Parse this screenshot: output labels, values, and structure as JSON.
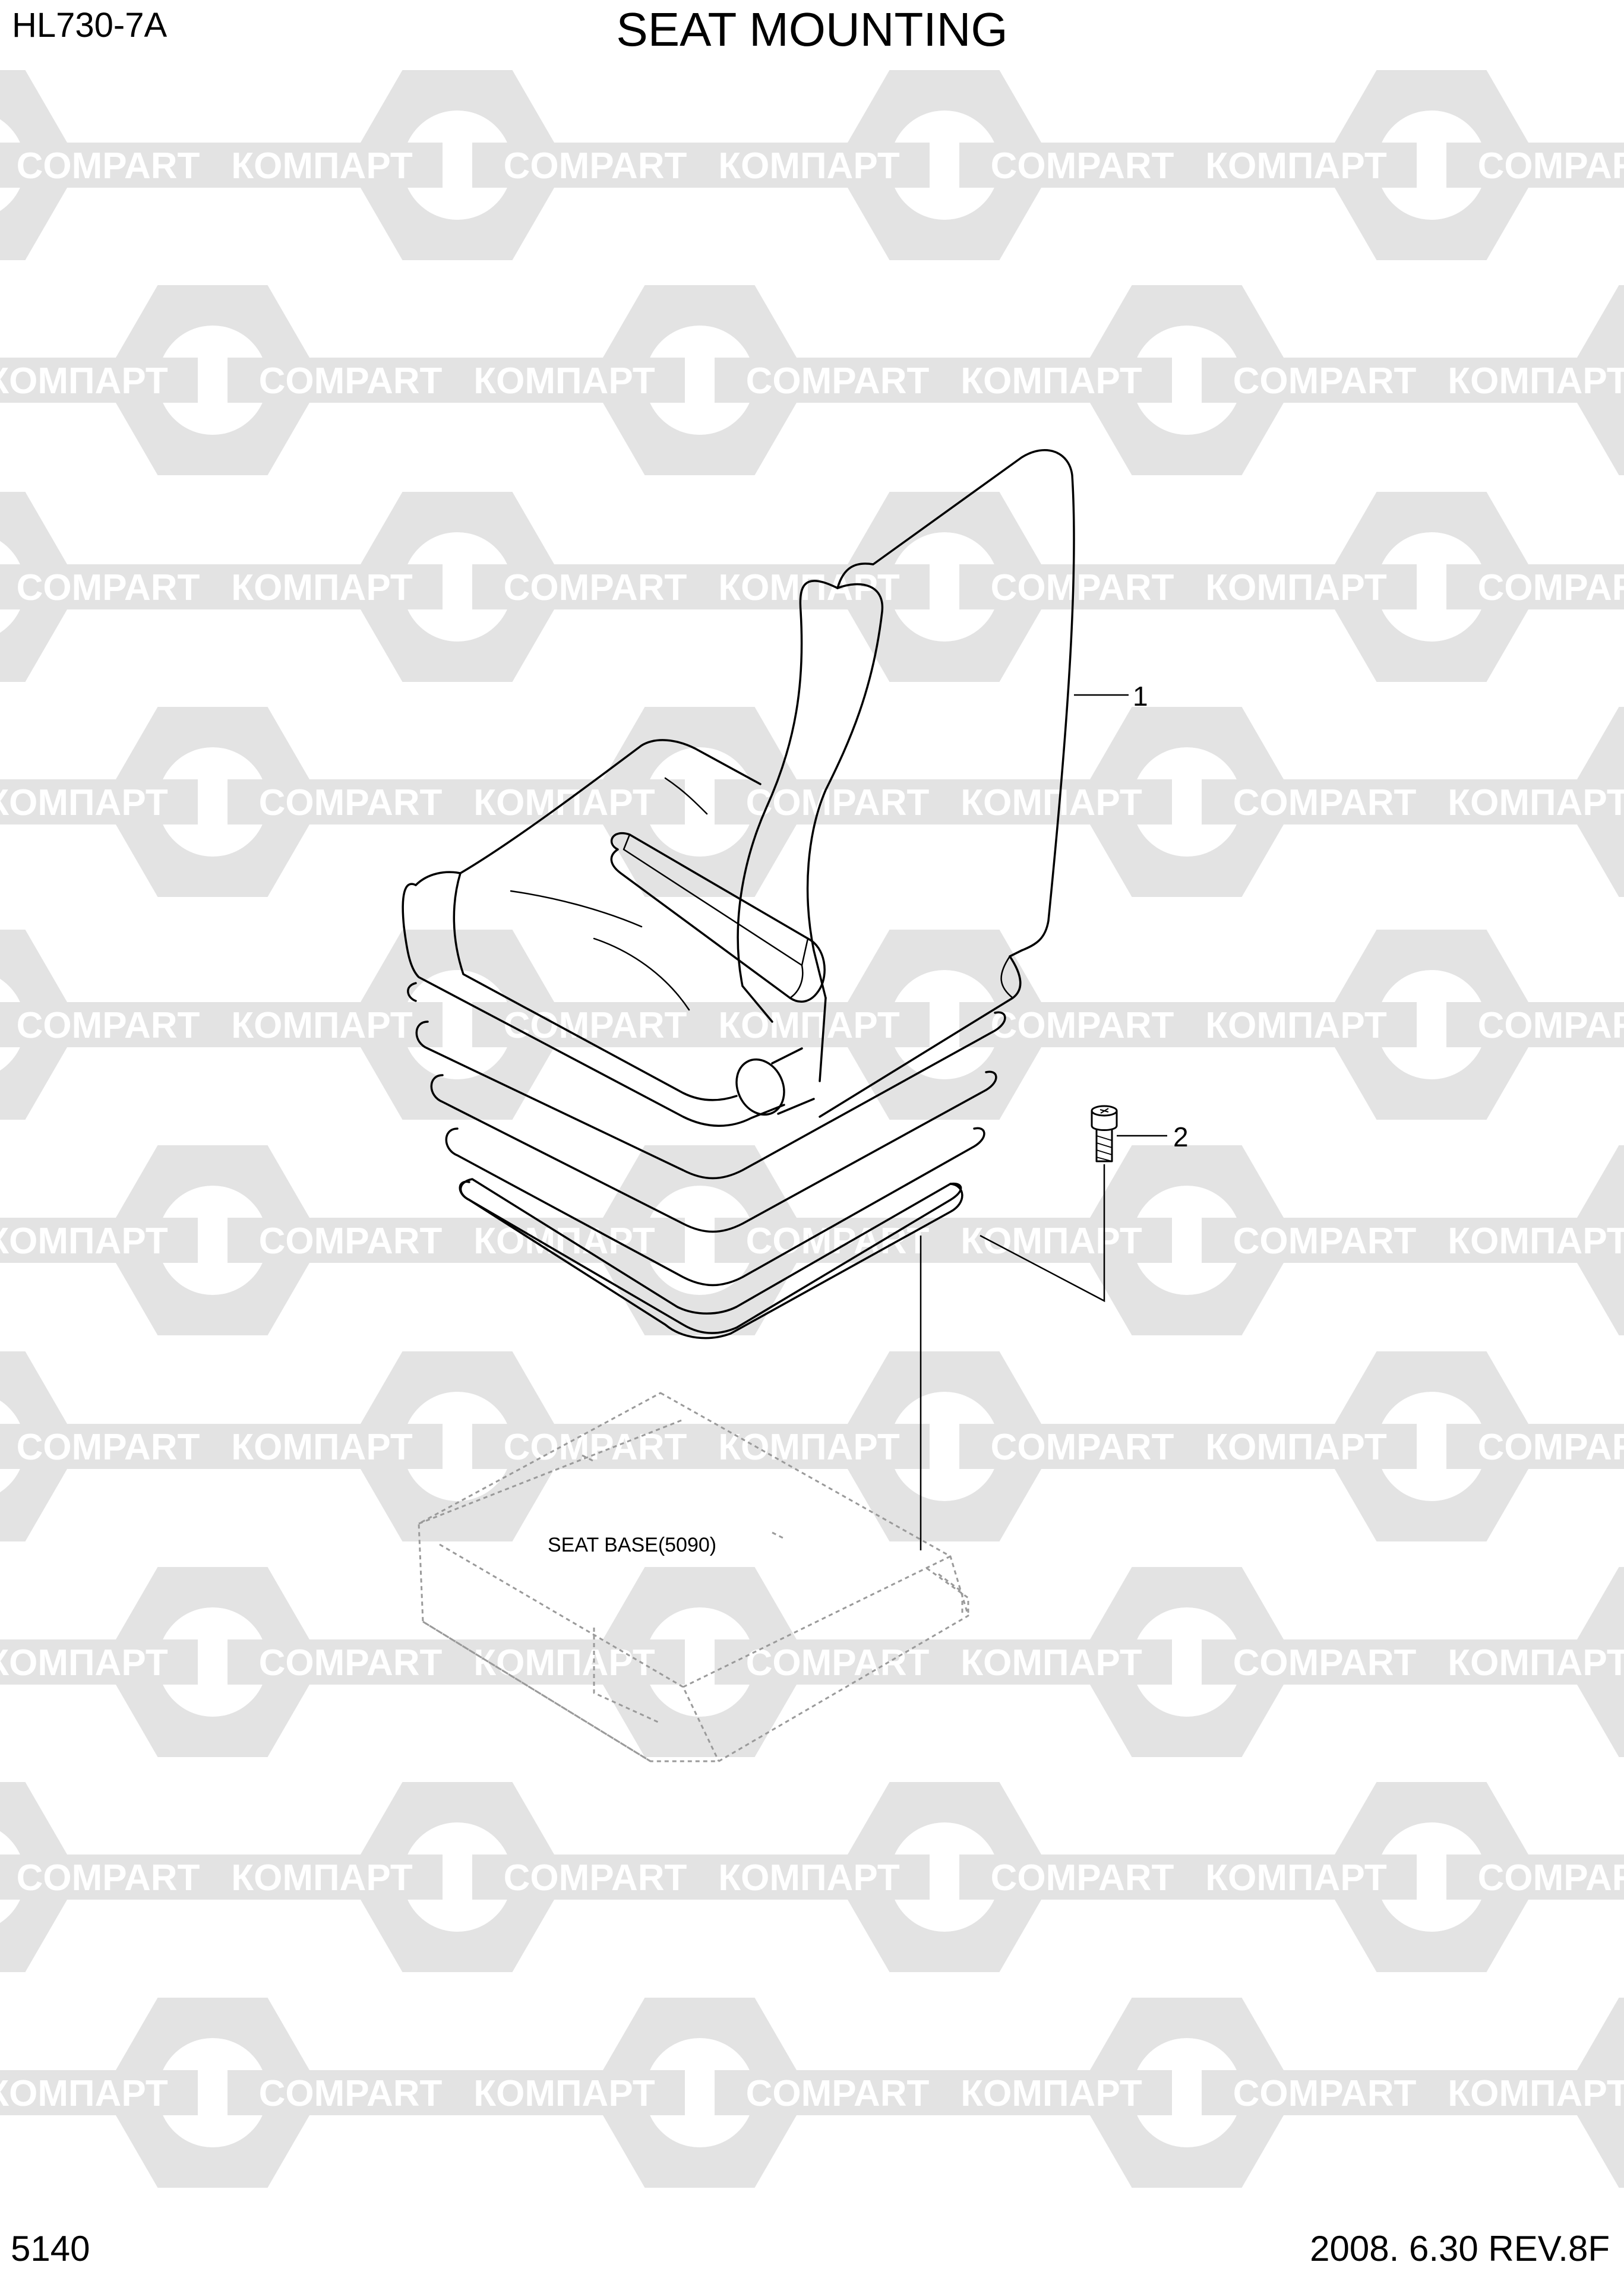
{
  "header": {
    "model": "HL730-7A",
    "title": "SEAT MOUNTING"
  },
  "footer": {
    "page_number": "5140",
    "date_rev": "2008. 6.30  REV.8F"
  },
  "watermark": {
    "text_left": "КОМПАРТ",
    "text_right": "COMPART",
    "color": "#e3e3e3"
  },
  "callouts": [
    {
      "number": "1",
      "part": "seat-assembly"
    },
    {
      "number": "2",
      "part": "bolt"
    }
  ],
  "reference_label": "SEAT BASE(5090)",
  "colors": {
    "line": "#000000",
    "phantom_line": "#9a9a9a",
    "background": "#ffffff"
  }
}
